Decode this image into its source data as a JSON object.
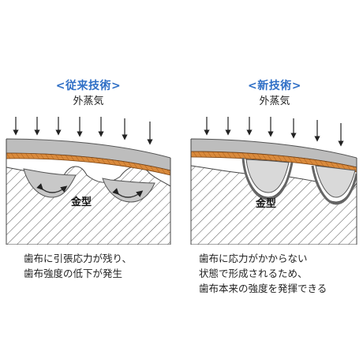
{
  "left": {
    "title": "<従来技術>",
    "steam_label": "外蒸気",
    "mold_label": "金型",
    "caption_lines": [
      "歯布に引張応力が残り、",
      "歯布強度の低下が発生"
    ]
  },
  "right": {
    "title": "<新技術>",
    "steam_label": "外蒸気",
    "mold_label": "金型",
    "caption_lines": [
      "歯布に応力がかからない",
      "状態で形成されるため、",
      "歯布本来の強度を発揮できる"
    ]
  },
  "colors": {
    "title_blue": "#2f6fc6",
    "rubber_gray": "#bdbdbd",
    "fabric_orange": "#d98a3c",
    "mold_hatch": "#555555"
  },
  "icons": {
    "arrow": "down-arrow-icon",
    "stress_arrow": "double-headed-curved-arrow-icon"
  }
}
